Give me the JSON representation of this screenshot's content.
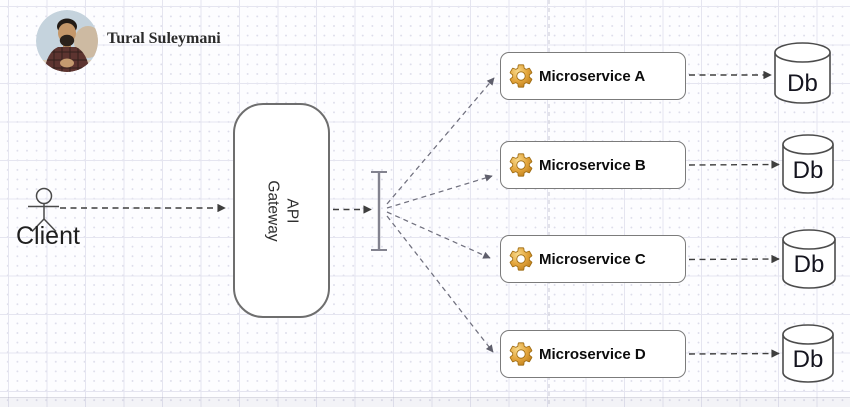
{
  "author": {
    "name": "Tural Suleymani"
  },
  "client": {
    "label": "Client"
  },
  "gateway": {
    "label": "API\nGateway"
  },
  "microservices": [
    {
      "label": "Microservice A",
      "icon": "gear-icon",
      "db_label": "Db"
    },
    {
      "label": "Microservice B",
      "icon": "gear-icon",
      "db_label": "Db"
    },
    {
      "label": "Microservice C",
      "icon": "gear-icon",
      "db_label": "Db"
    },
    {
      "label": "Microservice D",
      "icon": "gear-icon",
      "db_label": "Db"
    }
  ],
  "colors": {
    "gear_gold": "#E2A63F",
    "node_border": "#7b7b7b",
    "arrow_dark": "#3e3e3e",
    "arrow_light": "#70707e",
    "grid_line": "#e5e5f0"
  }
}
